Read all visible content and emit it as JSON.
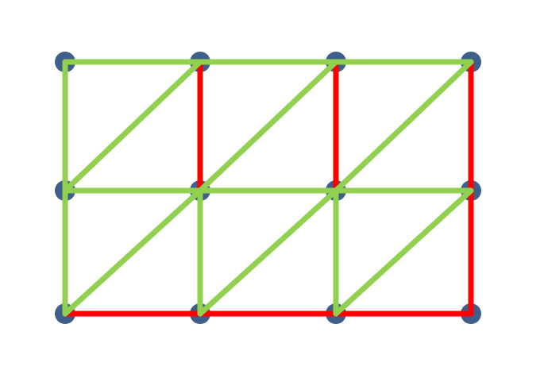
{
  "diagram": {
    "type": "triangulated-grid-graph",
    "grid": {
      "columns": 4,
      "rows": 3
    },
    "colors": {
      "node": "#3E5F8A",
      "edge_green": "#92D050",
      "edge_red": "#FF0000",
      "background": "#FFFFFF"
    },
    "nodes": [
      {
        "id": "r0c0",
        "row": 0,
        "col": 0
      },
      {
        "id": "r0c1",
        "row": 0,
        "col": 1
      },
      {
        "id": "r0c2",
        "row": 0,
        "col": 2
      },
      {
        "id": "r0c3",
        "row": 0,
        "col": 3
      },
      {
        "id": "r1c0",
        "row": 1,
        "col": 0
      },
      {
        "id": "r1c1",
        "row": 1,
        "col": 1
      },
      {
        "id": "r1c2",
        "row": 1,
        "col": 2
      },
      {
        "id": "r1c3",
        "row": 1,
        "col": 3
      },
      {
        "id": "r2c0",
        "row": 2,
        "col": 0
      },
      {
        "id": "r2c1",
        "row": 2,
        "col": 1
      },
      {
        "id": "r2c2",
        "row": 2,
        "col": 2
      },
      {
        "id": "r2c3",
        "row": 2,
        "col": 3
      }
    ],
    "red_edges": [
      {
        "from": "r0c1",
        "to": "r1c1"
      },
      {
        "from": "r0c2",
        "to": "r1c2"
      },
      {
        "from": "r0c3",
        "to": "r1c3"
      },
      {
        "from": "r1c0",
        "to": "r1c1"
      },
      {
        "from": "r1c1",
        "to": "r1c2"
      },
      {
        "from": "r1c2",
        "to": "r1c3"
      },
      {
        "from": "r1c1",
        "to": "r2c1"
      },
      {
        "from": "r1c2",
        "to": "r2c2"
      },
      {
        "from": "r1c3",
        "to": "r2c3"
      },
      {
        "from": "r2c0",
        "to": "r2c1"
      },
      {
        "from": "r2c1",
        "to": "r2c2"
      },
      {
        "from": "r2c2",
        "to": "r2c3"
      }
    ],
    "green_edges": [
      {
        "from": "r0c0",
        "to": "r0c1"
      },
      {
        "from": "r0c1",
        "to": "r0c2"
      },
      {
        "from": "r0c2",
        "to": "r0c3"
      },
      {
        "from": "r0c0",
        "to": "r1c0"
      },
      {
        "from": "r0c1",
        "to": "r1c0"
      },
      {
        "from": "r0c2",
        "to": "r1c1"
      },
      {
        "from": "r0c3",
        "to": "r1c2"
      },
      {
        "from": "r1c0",
        "to": "r1c3"
      },
      {
        "from": "r1c0",
        "to": "r2c0"
      },
      {
        "from": "r1c1",
        "to": "r2c1"
      },
      {
        "from": "r1c2",
        "to": "r2c2"
      },
      {
        "from": "r1c1",
        "to": "r2c0"
      },
      {
        "from": "r1c2",
        "to": "r2c1"
      },
      {
        "from": "r1c3",
        "to": "r2c2"
      }
    ]
  }
}
